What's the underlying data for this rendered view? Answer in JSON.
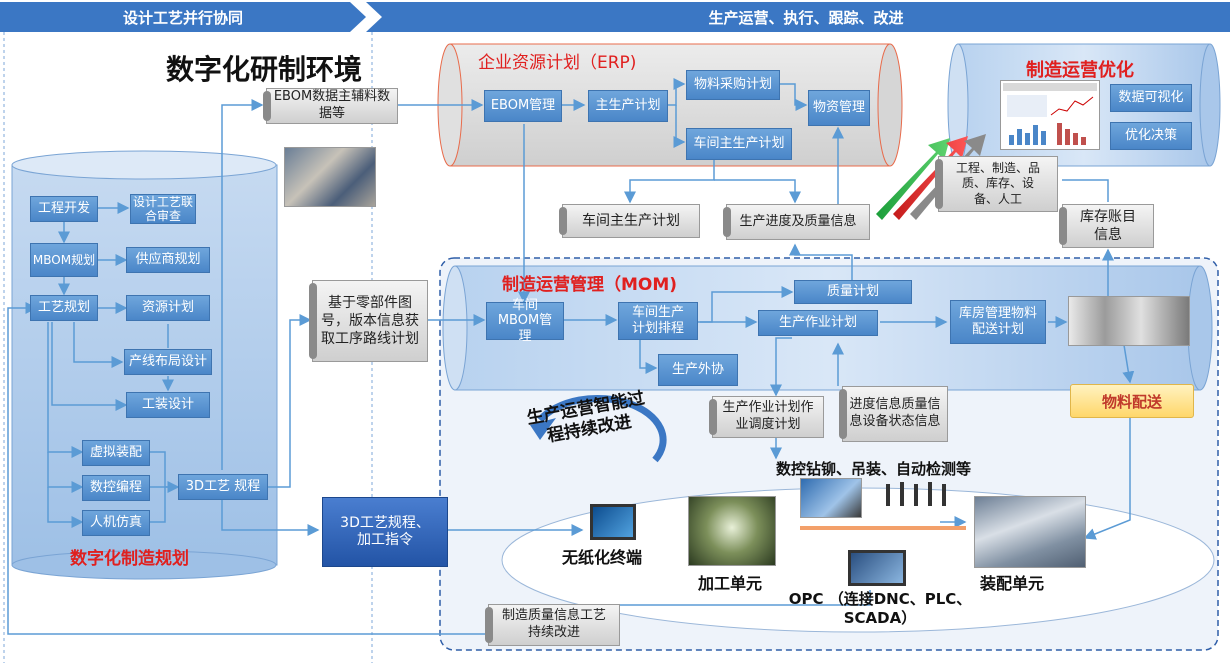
{
  "banners": {
    "left": "设计工艺并行协同",
    "right": "生产运营、执行、跟踪、改进"
  },
  "title": "数字化研制环境",
  "erp": {
    "title": "企业资源计划（ERP)",
    "ebom": "EBOM管理",
    "master_plan": "主生产计划",
    "purchase": "物料采购计划",
    "material": "物资管理",
    "workshop_plan": "车间主生产计划"
  },
  "optimization": {
    "title": "制造运营优化",
    "visual": "数据可视化",
    "decision": "优化决策"
  },
  "planning": {
    "title": "数字化制造规划",
    "engineering": "工程开发",
    "design_review": "设计工艺联合审查",
    "mbom": "MBOM规划",
    "supplier": "供应商规划",
    "process": "工艺规划",
    "resource": "资源计划",
    "layout": "产线布局设计",
    "tooling": "工装设计",
    "virtual": "虚拟装配",
    "nc": "数控编程",
    "ergonomics": "人机仿真",
    "process3d": "3D工艺 规程"
  },
  "flows": {
    "ebom_data": "EBOM数据主辅料数据等",
    "parts_info": "基于零部件图号，版本信息获取工序路线计划",
    "workshop_plan": "车间主生产计划",
    "progress_quality": "生产进度及质量信息",
    "inventory": "库存账目信息",
    "factors": "工程、制造、品质、库存、设备、人工",
    "schedule": "生产作业计划作业调度计划",
    "status": "进度信息质量信息设备状态信息",
    "quality_improve": "制造质量信息工艺持续改进",
    "instructions": "3D工艺规程、加工指令"
  },
  "mom": {
    "title": "制造运营管理（MOM)",
    "mbom": "车间MBOM管理",
    "scheduling": "车间生产计划排程",
    "outsource": "生产外协",
    "quality_plan": "质量计划",
    "operation_plan": "生产作业计划",
    "warehouse": "库房管理物料配送计划",
    "delivery": "物料配送"
  },
  "improvement": "生产运营智能过程持续改进",
  "shop": {
    "equipment": "数控钻铆、吊装、自动检测等",
    "terminal": "无纸化终端",
    "machining": "加工单元",
    "assembly": "装配单元",
    "opc": "OPC （连接DNC、PLC、SCADA）"
  },
  "colors": {
    "box_blue": "#4a86c8",
    "accent_red": "#e0201f",
    "banner": "#3b77c4"
  }
}
